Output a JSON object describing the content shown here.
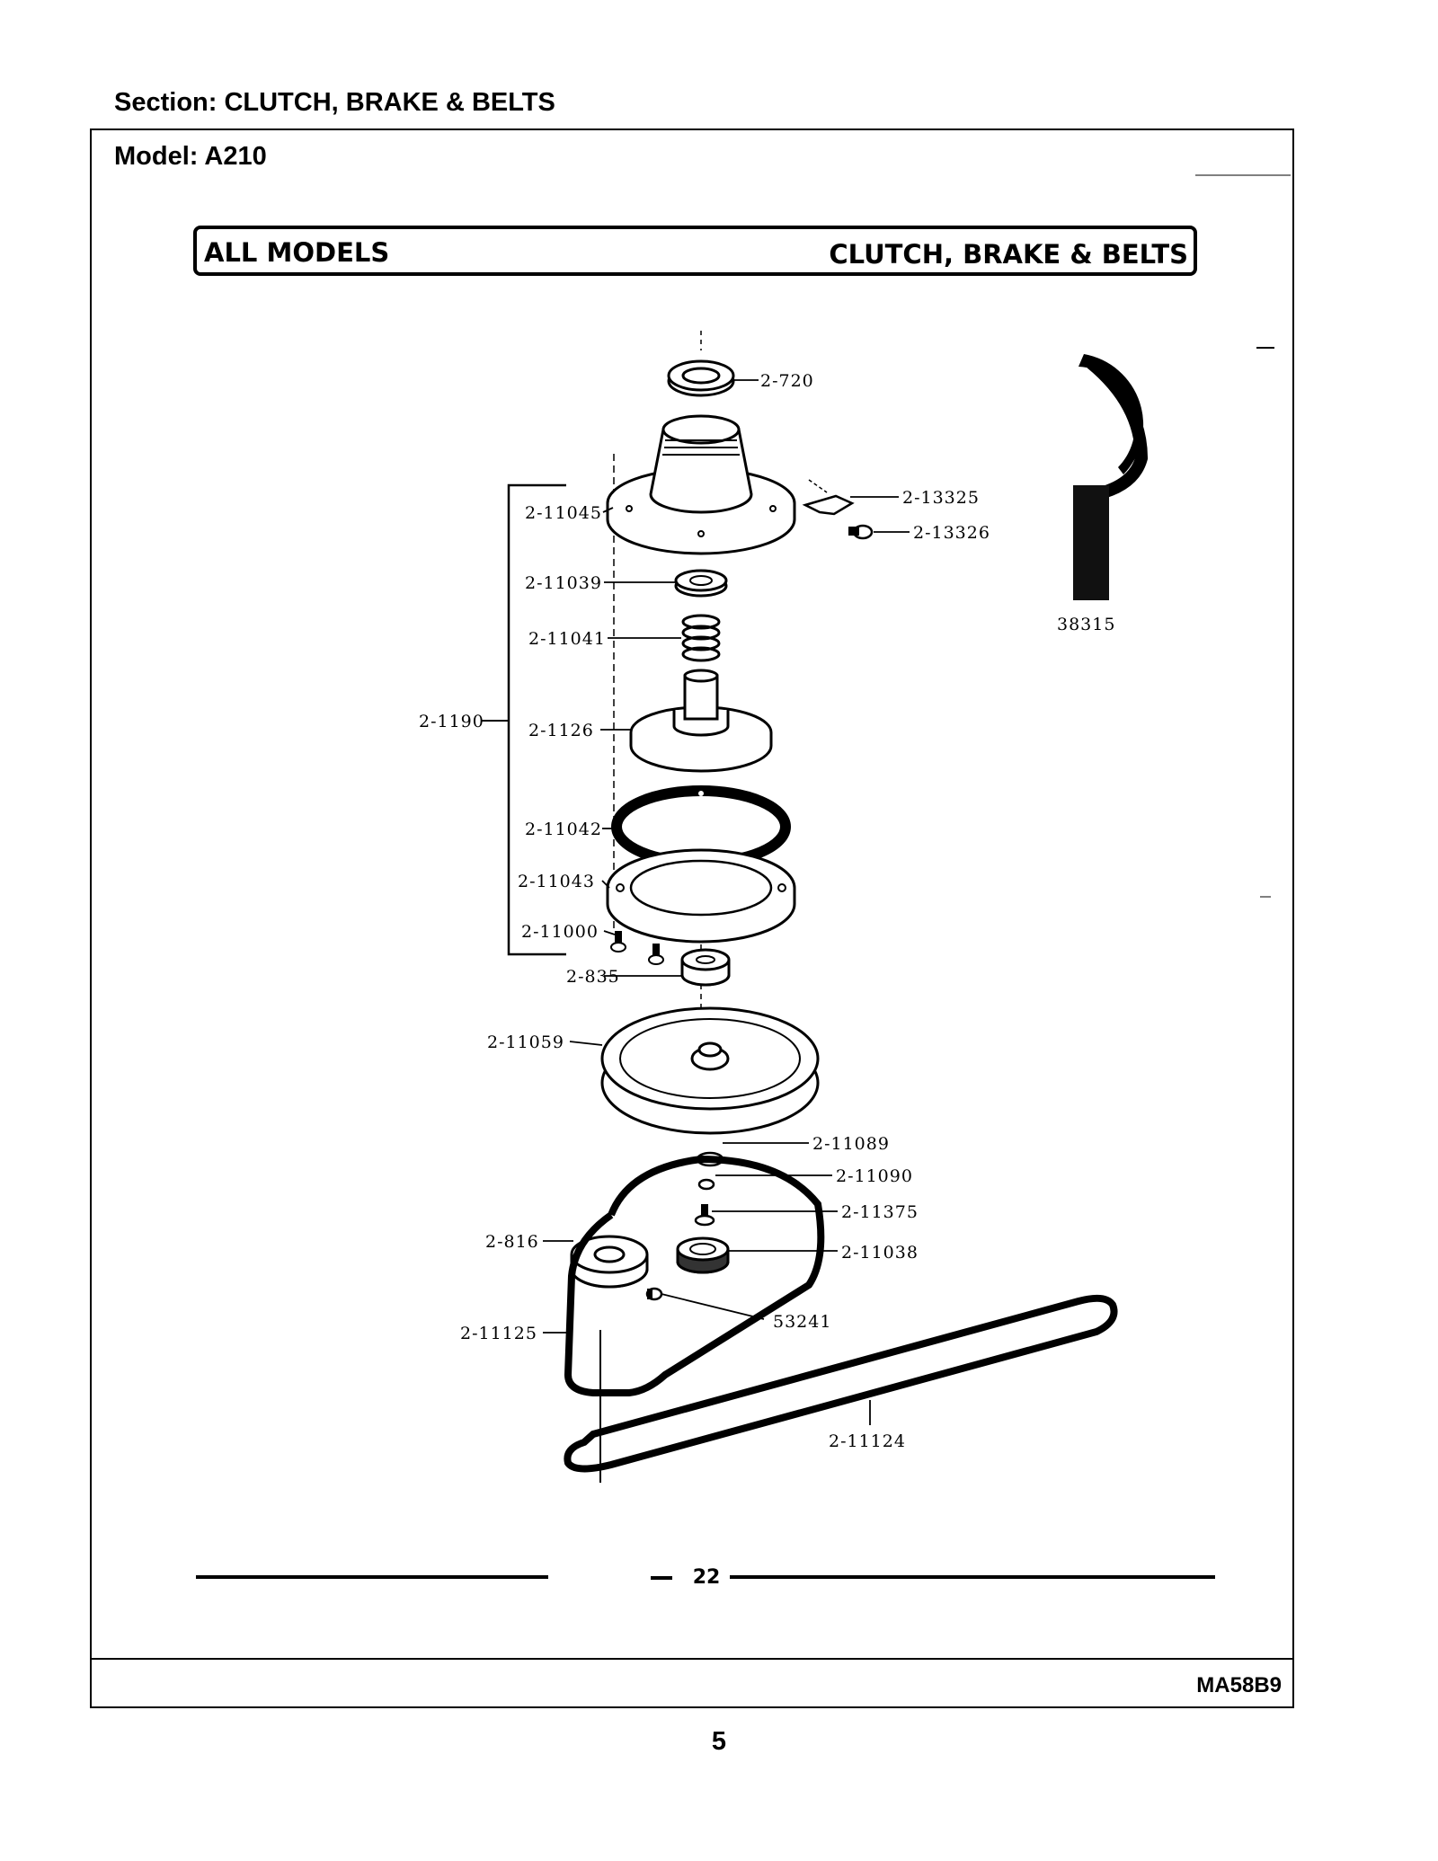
{
  "header": {
    "section": "Section:  CLUTCH, BRAKE & BELTS",
    "model": "Model:  A210"
  },
  "banner": {
    "left": "ALL MODELS",
    "right": "CLUTCH, BRAKE & BELTS"
  },
  "parts": {
    "p720": "2-720",
    "p13325": "2-13325",
    "p13326": "2-13326",
    "p11045": "2-11045",
    "p11039": "2-11039",
    "p11041": "2-11041",
    "p1190": "2-1190",
    "p1126": "2-1126",
    "p11042": "2-11042",
    "p11043": "2-11043",
    "p11000": "2-11000",
    "p835": "2-835",
    "p11059": "2-11059",
    "p11089": "2-11089",
    "p11090": "2-11090",
    "p11375": "2-11375",
    "p816": "2-816",
    "p11038": "2-11038",
    "p53241": "53241",
    "p11125": "2-11125",
    "p11124": "2-11124",
    "p38315": "38315"
  },
  "diagram_page_number": "22",
  "footer": {
    "code": "MA58B9",
    "page": "5"
  }
}
